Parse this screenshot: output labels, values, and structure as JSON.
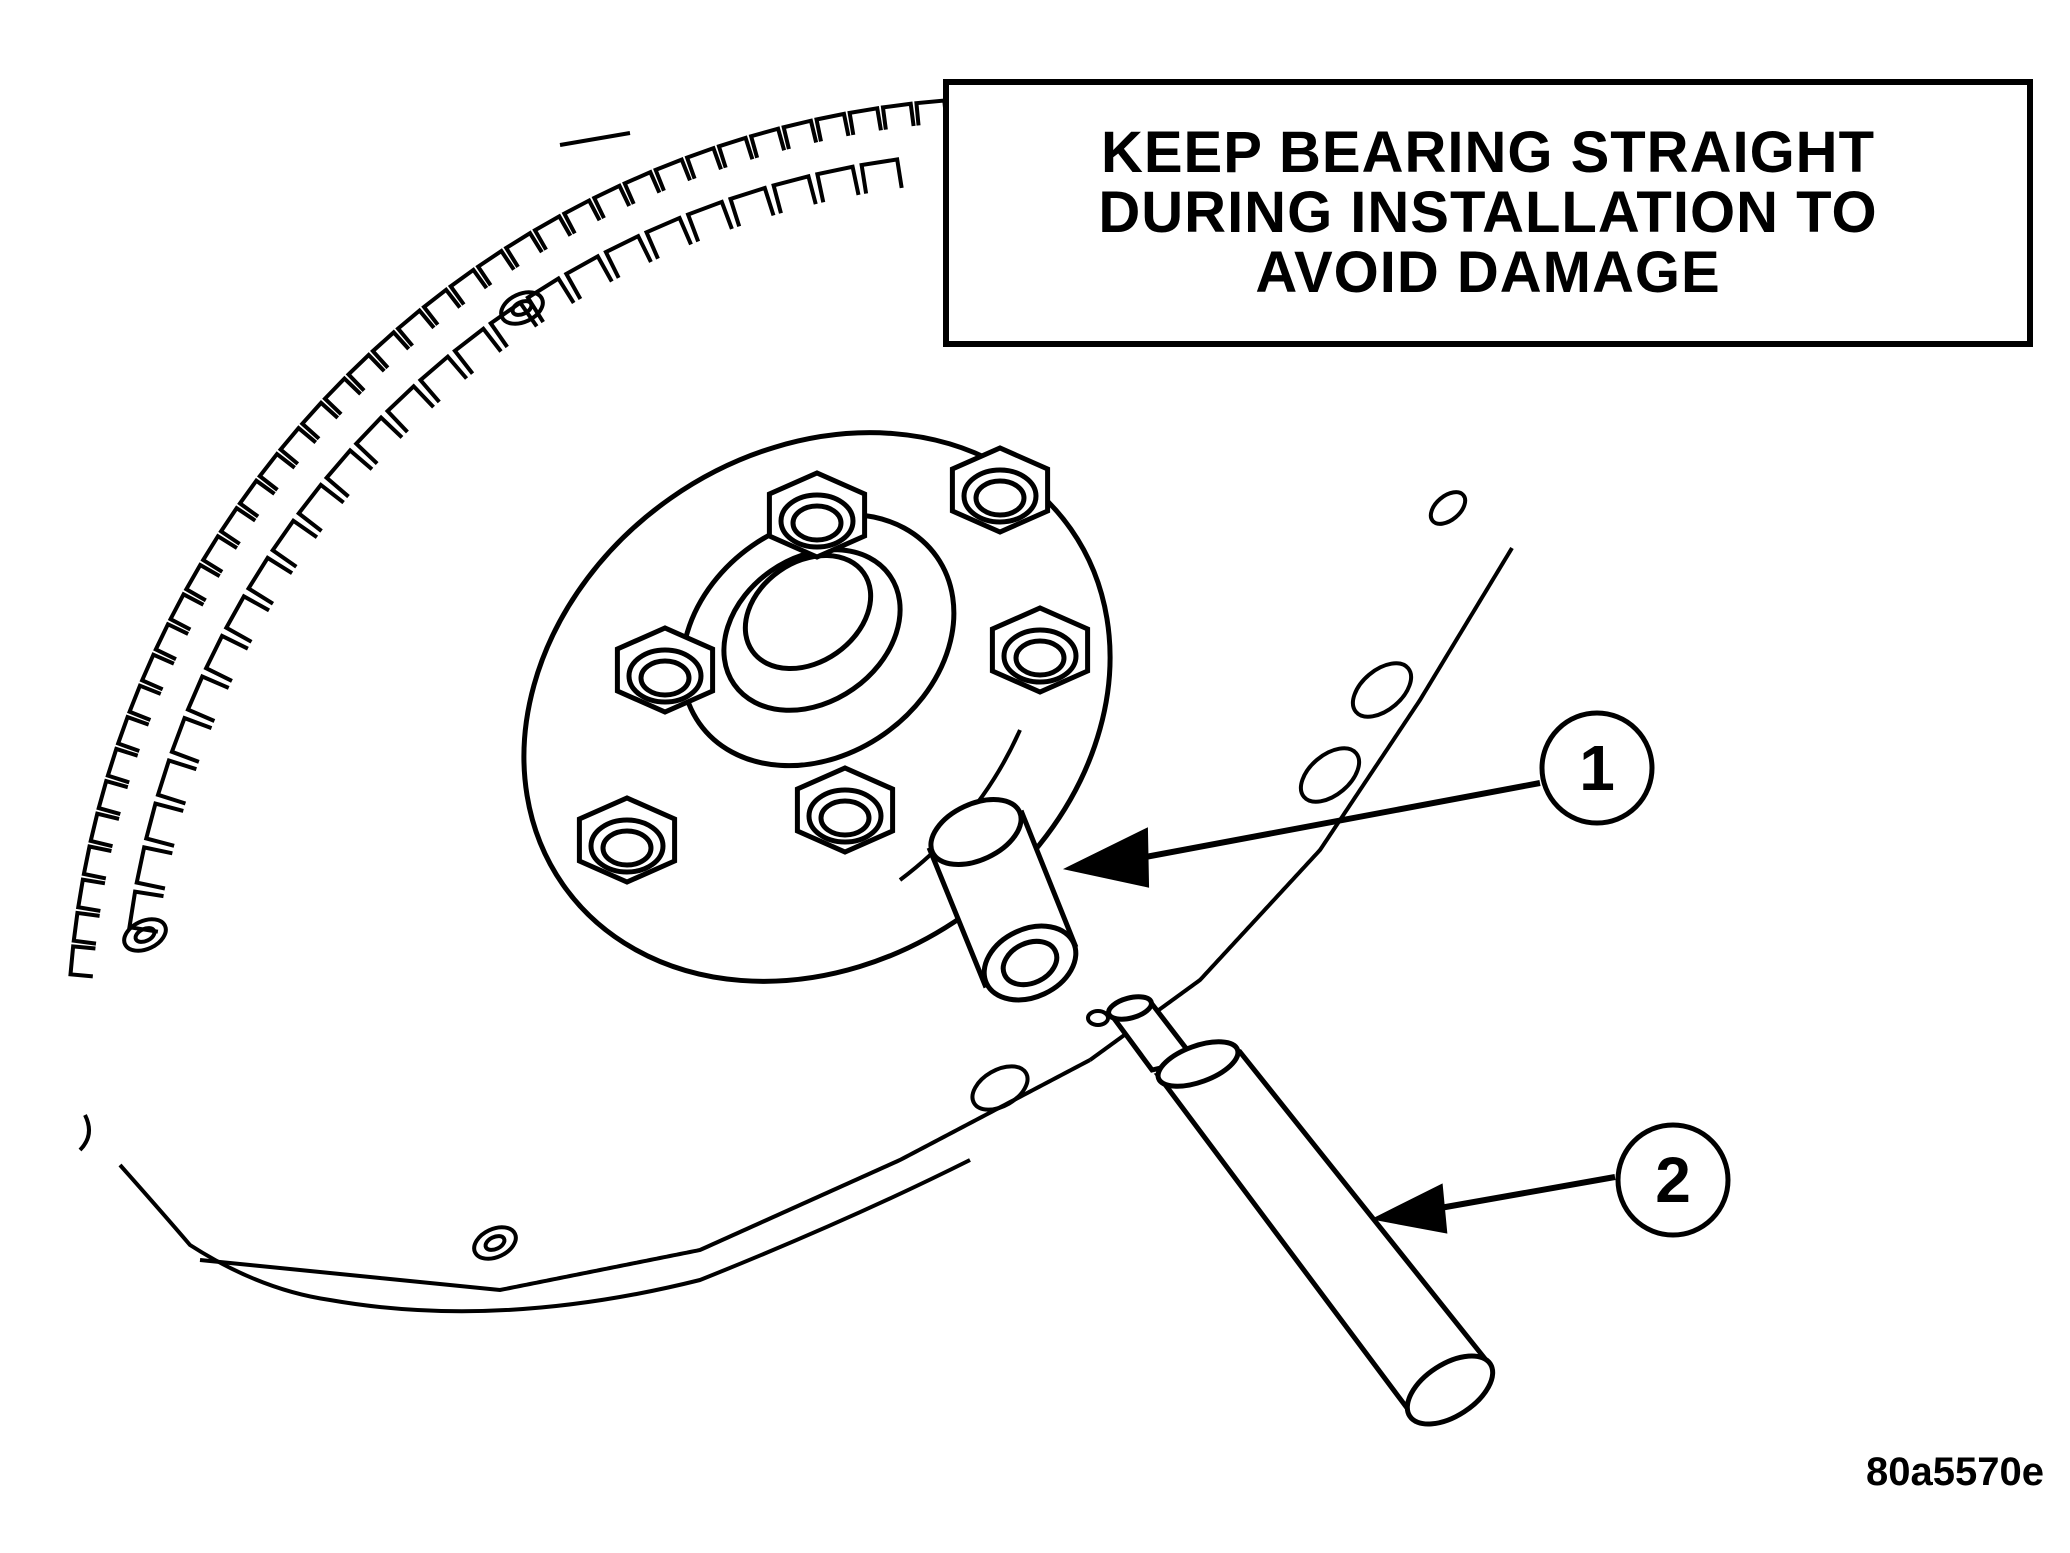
{
  "caution": {
    "line1": "KEEP BEARING STRAIGHT",
    "line2": "DURING INSTALLATION TO",
    "line3": "AVOID DAMAGE"
  },
  "callouts": [
    {
      "number": "1"
    },
    {
      "number": "2"
    }
  ],
  "figure_id": "80a5570e",
  "colors": {
    "ink": "#000000",
    "paper": "#ffffff"
  }
}
